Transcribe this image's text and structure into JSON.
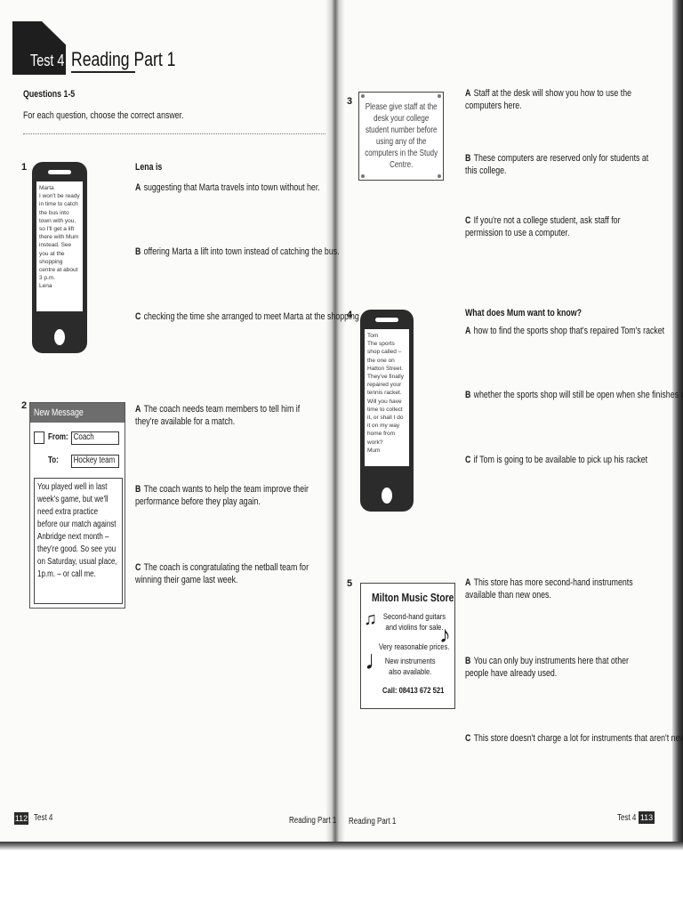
{
  "left_page": {
    "banner_label": "Test 4",
    "title": "Reading Part 1",
    "questions_heading": "Questions 1-5",
    "instruction": "For each question, choose the correct answer.",
    "q1": {
      "number": "1",
      "phone_text": "Marta\nI won't be ready in time to catch the bus into town with you, so I'll get a lift there with Mum instead. See you at the shopping centre at about 3 p.m.\nLena",
      "stem": "Lena is",
      "options": [
        {
          "letter": "A",
          "text": "suggesting that Marta travels into town without her."
        },
        {
          "letter": "B",
          "text": "offering Marta a lift into town instead of catching the bus."
        },
        {
          "letter": "C",
          "text": "checking the time she arranged to meet Marta at the shopping centre."
        }
      ]
    },
    "q2": {
      "number": "2",
      "window_title": "New Message",
      "from_label": "From:",
      "from_value": "Coach",
      "to_label": "To:",
      "to_value": "Hockey team",
      "body": "You played well in last week's game, but we'll need extra practice before our match against Anbridge next month – they're good. So see you on Saturday, usual place, 1p.m. – or call me.",
      "options": [
        {
          "letter": "A",
          "text": "The coach needs team members to tell him if they're available for a match."
        },
        {
          "letter": "B",
          "text": "The coach wants to help the team improve their performance before they play again."
        },
        {
          "letter": "C",
          "text": "The coach is congratulating the netball team for winning their game last week."
        }
      ]
    },
    "footer_page_no": "112",
    "footer_left": "Test 4",
    "footer_right": "Reading Part 1"
  },
  "right_page": {
    "q3": {
      "number": "3",
      "notice_text": "Please give staff at the desk your college student number before using any of the computers in the Study Centre.",
      "options": [
        {
          "letter": "A",
          "text": "Staff at the desk will show you how to use the computers here."
        },
        {
          "letter": "B",
          "text": "These computers are reserved only for students at this college."
        },
        {
          "letter": "C",
          "text": "If you're not a college student, ask staff for permission to use a computer."
        }
      ]
    },
    "q4": {
      "number": "4",
      "phone_text": "Tom\nThe sports shop called – the one on Hatton Street. They've finally repaired your tennis racket. Will you have time to collect it, or shall I do it on my way home from work?\nMum",
      "stem": "What does Mum want to know?",
      "options": [
        {
          "letter": "A",
          "text": "how to find the sports shop that's repaired Tom's racket"
        },
        {
          "letter": "B",
          "text": "whether the sports shop will still be open when she finishes work"
        },
        {
          "letter": "C",
          "text": "if Tom is going to be available to pick up his racket"
        }
      ]
    },
    "q5": {
      "number": "5",
      "ad_title": "Milton Music Store",
      "ad_line1": "Second-hand guitars and violins for sale.",
      "ad_line2": "Very reasonable prices.",
      "ad_line3": "New instruments also available.",
      "ad_call": "Call: 08413 672 521",
      "options": [
        {
          "letter": "A",
          "text": "This store has more second-hand instruments available than new ones."
        },
        {
          "letter": "B",
          "text": "You can only buy instruments here that other people have already used."
        },
        {
          "letter": "C",
          "text": "This store doesn't charge a lot for instruments that aren't new."
        }
      ]
    },
    "footer_left": "Reading Part 1",
    "footer_right": "Test 4",
    "footer_page_no": "113"
  }
}
